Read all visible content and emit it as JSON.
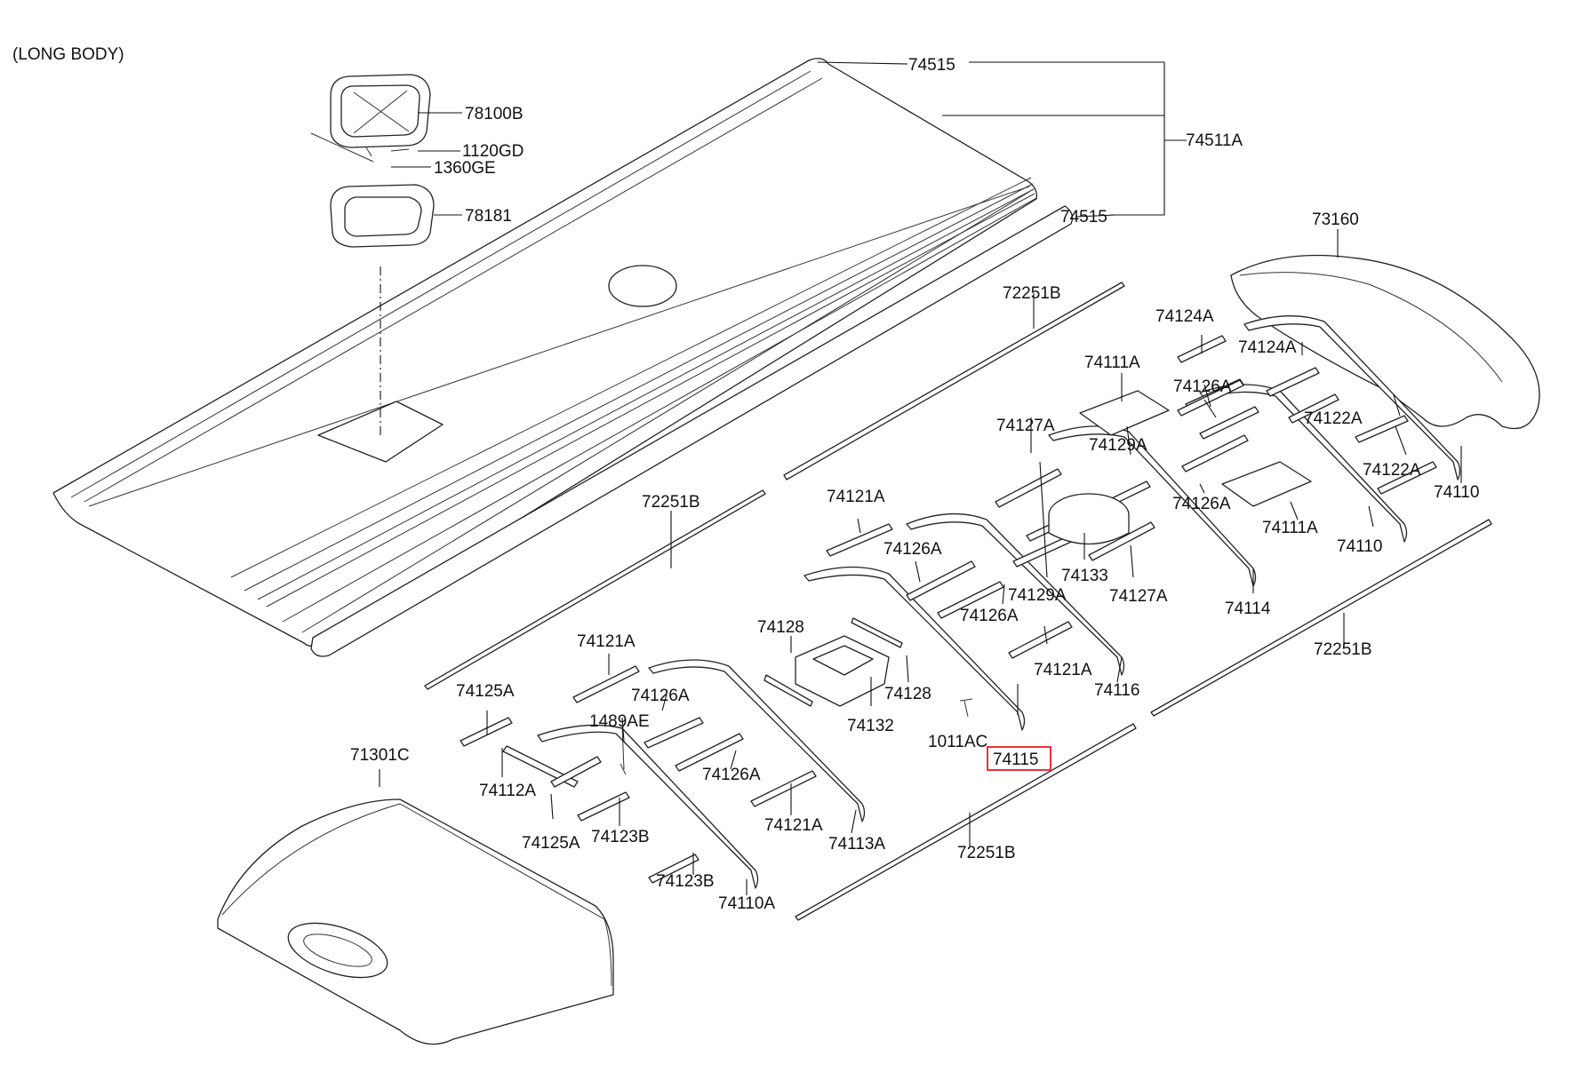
{
  "header": {
    "variant": "(LONG BODY)"
  },
  "highlight_color": "#e8333a",
  "callouts": {
    "c74515_top": "74515",
    "c74511A": "74511A",
    "c74515_mid": "74515",
    "c78100B": "78100B",
    "c1120GD": "1120GD",
    "c1360GE": "1360GE",
    "c78181": "78181",
    "c73160": "73160",
    "c72251B_top": "72251B",
    "c72251B_left": "72251B",
    "c72251B_right": "72251B",
    "c72251B_bottom": "72251B",
    "c74124A_1": "74124A",
    "c74124A_2": "74124A",
    "c74111A_1": "74111A",
    "c74126A_1": "74126A",
    "c74127A_1": "74127A",
    "c74122A_1": "74122A",
    "c74129A_1": "74129A",
    "c74122A_2": "74122A",
    "c74126A_2": "74126A",
    "c74110_1": "74110",
    "c74121A_1": "74121A",
    "c74111A_2": "74111A",
    "c74110_2": "74110",
    "c74126A_3": "74126A",
    "c74133": "74133",
    "c74129A_2": "74129A",
    "c74127A_2": "74127A",
    "c74114": "74114",
    "c74126A_4": "74126A",
    "c74128_1": "74128",
    "c74121A_2": "74121A",
    "c74121A_3": "74121A",
    "c74116": "74116",
    "c74128_2": "74128",
    "c74125A_1": "74125A",
    "c74126A_5": "74126A",
    "c1489AE": "1489AE",
    "c74132": "74132",
    "c1011AC": "1011AC",
    "c74115": "74115",
    "c71301C": "71301C",
    "c74112A": "74112A",
    "c74126A_6": "74126A",
    "c74121A_4": "74121A",
    "c74125A_2": "74125A",
    "c74123B_1": "74123B",
    "c74113A": "74113A",
    "c74123B_2": "74123B",
    "c74110A": "74110A"
  }
}
